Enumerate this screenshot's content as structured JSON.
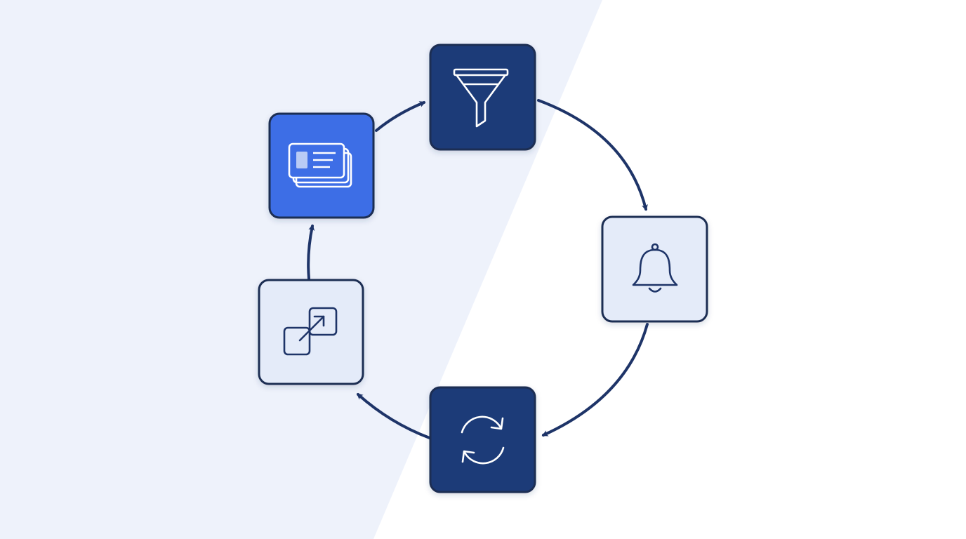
{
  "diagram": {
    "colors": {
      "background_tint": "#eef2fb",
      "background_base": "#ffffff",
      "navy": "#1e3a78",
      "node_dark": "#1e3a78",
      "node_accent": "#3e6ee6",
      "node_light": "#e4ebf9",
      "node_border": "#1d2d52",
      "connector": "#1e3468",
      "icon_on_dark": "#ffffff",
      "icon_on_light": "#1e3468"
    },
    "nodes": [
      {
        "id": "stack",
        "icon": "card-stack-icon",
        "style": "accent"
      },
      {
        "id": "filter",
        "icon": "funnel-icon",
        "style": "dark"
      },
      {
        "id": "alert",
        "icon": "bell-icon",
        "style": "light"
      },
      {
        "id": "sync",
        "icon": "refresh-icon",
        "style": "dark"
      },
      {
        "id": "expand",
        "icon": "expand-arrow-icon",
        "style": "light"
      }
    ],
    "connectors": [
      {
        "from": "stack",
        "to": "filter"
      },
      {
        "from": "filter",
        "to": "alert"
      },
      {
        "from": "alert",
        "to": "sync"
      },
      {
        "from": "sync",
        "to": "expand"
      },
      {
        "from": "expand",
        "to": "stack"
      }
    ]
  }
}
